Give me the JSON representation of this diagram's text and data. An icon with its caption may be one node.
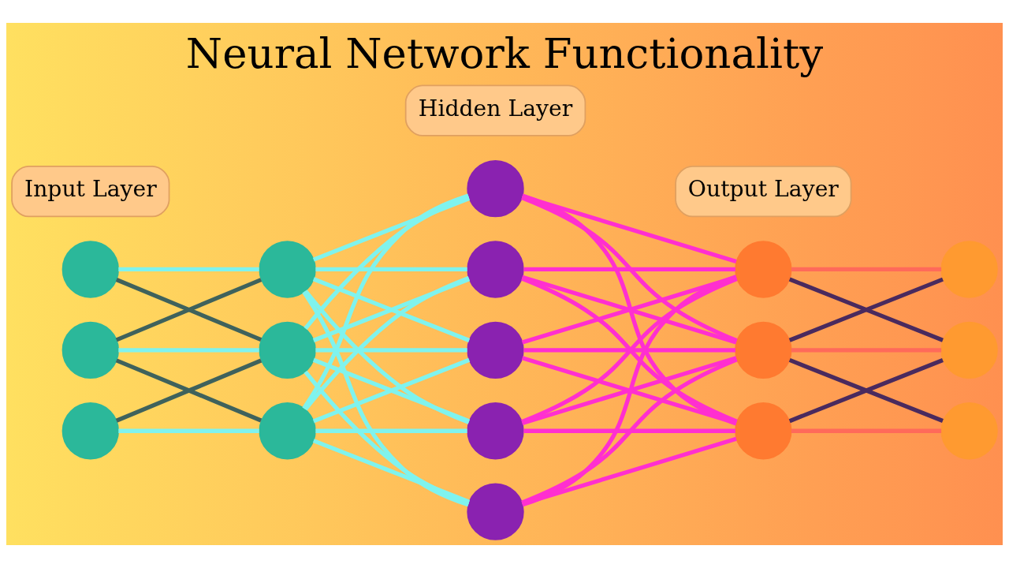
{
  "diagram": {
    "title": "Neural Network Functionality",
    "nodes": [
      {
        "text": [
          "Input Layer"
        ]
      },
      {
        "text": [
          "Hidden Layer"
        ]
      },
      {
        "text": [
          "Output Layer"
        ]
      },
      {
        "text": [],
        "shape": "circle"
      },
      {
        "text": [],
        "shape": "circle"
      },
      {
        "text": [],
        "shape": "circle"
      },
      {
        "text": [],
        "shape": "circle"
      },
      {
        "text": [],
        "shape": "circle"
      },
      {
        "text": [],
        "shape": "circle"
      },
      {
        "text": [],
        "shape": "circle"
      },
      {
        "text": [],
        "shape": "circle"
      },
      {
        "text": [],
        "shape": "circle"
      },
      {
        "text": [],
        "shape": "circle"
      },
      {
        "text": [],
        "shape": "circle"
      },
      {
        "text": [],
        "shape": "circle"
      },
      {
        "text": [],
        "shape": "circle"
      },
      {
        "text": [],
        "shape": "circle"
      },
      {
        "text": [],
        "shape": "circle"
      },
      {
        "text": [],
        "shape": "circle"
      },
      {
        "text": [],
        "shape": "circle"
      }
    ],
    "edges": [
      {
        "from": 3,
        "to": 6,
        "arrow": "none",
        "color": "#7ff3ee"
      },
      {
        "from": 4,
        "to": 7,
        "arrow": "none",
        "color": "#7ff3ee"
      },
      {
        "from": 5,
        "to": 8,
        "arrow": "none",
        "color": "#7ff3ee"
      },
      {
        "from": 3,
        "to": 7,
        "arrow": "none",
        "color": "#3f625c"
      },
      {
        "from": 4,
        "to": 6,
        "arrow": "none",
        "color": "#3f625c"
      },
      {
        "from": 4,
        "to": 8,
        "arrow": "none",
        "color": "#3f625c"
      },
      {
        "from": 5,
        "to": 7,
        "arrow": "none",
        "color": "#3f625c"
      },
      {
        "from": 6,
        "to": 9,
        "arrow": "none",
        "color": "#7ff3ee"
      },
      {
        "from": 6,
        "to": 10,
        "arrow": "none",
        "color": "#7ff3ee"
      },
      {
        "from": 6,
        "to": 11,
        "arrow": "none",
        "color": "#7ff3ee"
      },
      {
        "from": 6,
        "to": 12,
        "arrow": "none",
        "color": "#7ff3ee"
      },
      {
        "from": 6,
        "to": 13,
        "arrow": "none",
        "color": "#7ff3ee"
      },
      {
        "from": 7,
        "to": 9,
        "arrow": "none",
        "color": "#7ff3ee"
      },
      {
        "from": 7,
        "to": 10,
        "arrow": "none",
        "color": "#7ff3ee"
      },
      {
        "from": 7,
        "to": 11,
        "arrow": "none",
        "color": "#7ff3ee"
      },
      {
        "from": 7,
        "to": 12,
        "arrow": "none",
        "color": "#7ff3ee"
      },
      {
        "from": 7,
        "to": 13,
        "arrow": "none",
        "color": "#7ff3ee"
      },
      {
        "from": 8,
        "to": 9,
        "arrow": "none",
        "color": "#7ff3ee"
      },
      {
        "from": 8,
        "to": 10,
        "arrow": "none",
        "color": "#7ff3ee"
      },
      {
        "from": 8,
        "to": 11,
        "arrow": "none",
        "color": "#7ff3ee"
      },
      {
        "from": 8,
        "to": 12,
        "arrow": "none",
        "color": "#7ff3ee"
      },
      {
        "from": 8,
        "to": 13,
        "arrow": "none",
        "color": "#7ff3ee"
      },
      {
        "from": 9,
        "to": 14,
        "arrow": "none",
        "color": "#ff2fd0"
      },
      {
        "from": 9,
        "to": 15,
        "arrow": "none",
        "color": "#ff2fd0"
      },
      {
        "from": 9,
        "to": 16,
        "arrow": "none",
        "color": "#ff2fd0"
      },
      {
        "from": 10,
        "to": 14,
        "arrow": "none",
        "color": "#ff2fd0"
      },
      {
        "from": 10,
        "to": 15,
        "arrow": "none",
        "color": "#ff2fd0"
      },
      {
        "from": 10,
        "to": 16,
        "arrow": "none",
        "color": "#ff2fd0"
      },
      {
        "from": 11,
        "to": 14,
        "arrow": "none",
        "color": "#ff2fd0"
      },
      {
        "from": 11,
        "to": 15,
        "arrow": "none",
        "color": "#ff2fd0"
      },
      {
        "from": 11,
        "to": 16,
        "arrow": "none",
        "color": "#ff2fd0"
      },
      {
        "from": 12,
        "to": 14,
        "arrow": "none",
        "color": "#ff2fd0"
      },
      {
        "from": 12,
        "to": 15,
        "arrow": "none",
        "color": "#ff2fd0"
      },
      {
        "from": 12,
        "to": 16,
        "arrow": "none",
        "color": "#ff2fd0"
      },
      {
        "from": 13,
        "to": 14,
        "arrow": "none",
        "color": "#ff2fd0"
      },
      {
        "from": 13,
        "to": 15,
        "arrow": "none",
        "color": "#ff2fd0"
      },
      {
        "from": 13,
        "to": 16,
        "arrow": "none",
        "color": "#ff2fd0"
      },
      {
        "from": 14,
        "to": 17,
        "arrow": "none",
        "color": "#ff6a5a"
      },
      {
        "from": 15,
        "to": 18,
        "arrow": "none",
        "color": "#ff6a5a"
      },
      {
        "from": 16,
        "to": 19,
        "arrow": "none",
        "color": "#ff6a5a"
      },
      {
        "from": 14,
        "to": 18,
        "arrow": "none",
        "color": "#4a2a5e"
      },
      {
        "from": 15,
        "to": 17,
        "arrow": "none",
        "color": "#4a2a5e"
      },
      {
        "from": 15,
        "to": 19,
        "arrow": "none",
        "color": "#4a2a5e"
      },
      {
        "from": 16,
        "to": 18,
        "arrow": "none",
        "color": "#4a2a5e"
      }
    ]
  }
}
